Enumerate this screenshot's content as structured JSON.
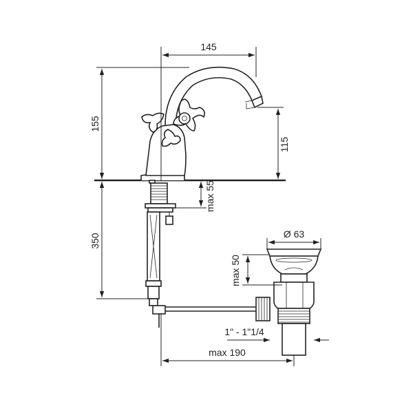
{
  "dimensions": {
    "spout_reach": "145",
    "total_height": "155",
    "spout_height": "115",
    "max_thickness": "max 55",
    "hose_length": "350",
    "drain_diameter": "Ø 63",
    "drain_max_thickness": "max 50",
    "thread": "1\" - 1\"1/4",
    "max_distance": "max 190"
  },
  "colors": {
    "line": "#222222",
    "background": "#ffffff"
  }
}
